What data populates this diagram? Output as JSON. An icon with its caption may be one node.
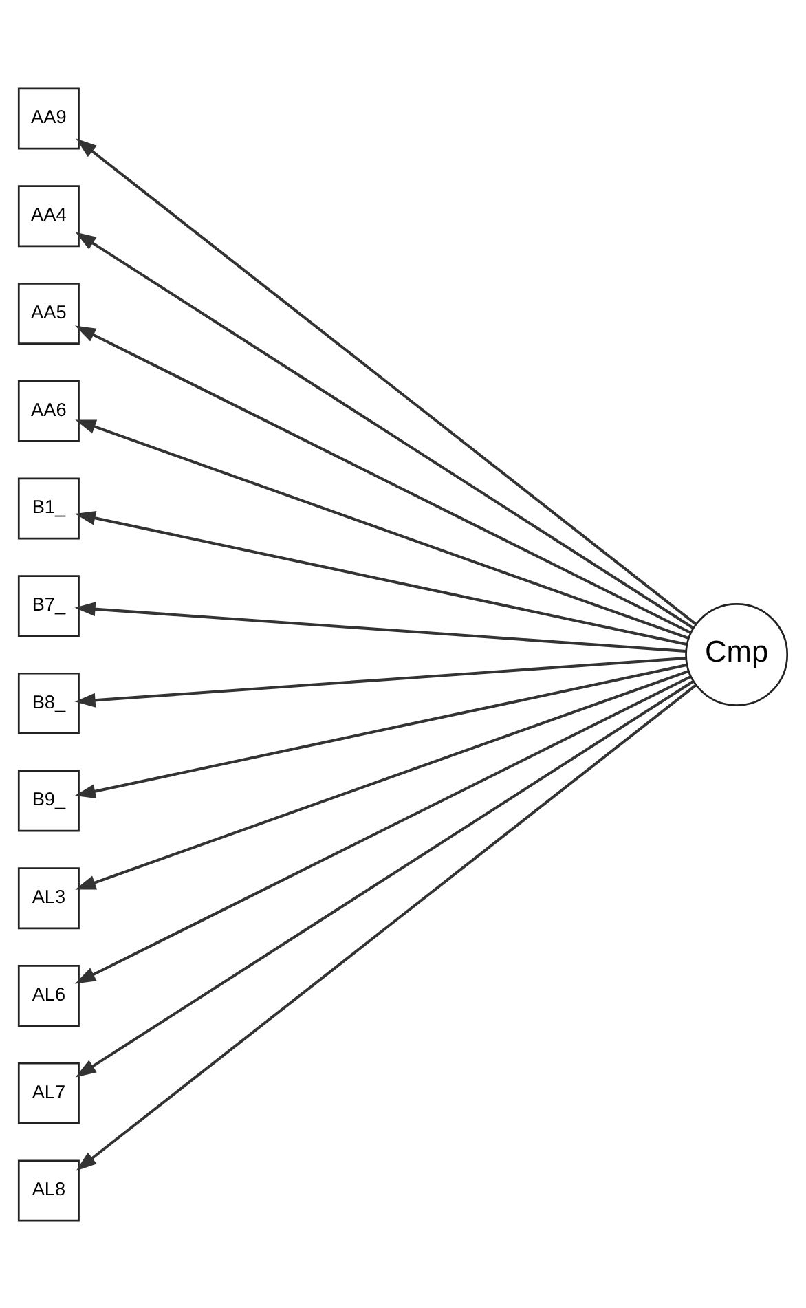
{
  "diagram": {
    "nodes": [
      {
        "text": [
          "AA9"
        ]
      },
      {
        "text": [
          "AA4"
        ]
      },
      {
        "text": [
          "AA5"
        ]
      },
      {
        "text": [
          "AA6"
        ]
      },
      {
        "text": [
          "B1_"
        ]
      },
      {
        "text": [
          "B7_"
        ]
      },
      {
        "text": [
          "B8_"
        ]
      },
      {
        "text": [
          "B9_"
        ]
      },
      {
        "text": [
          "AL3"
        ]
      },
      {
        "text": [
          "AL6"
        ]
      },
      {
        "text": [
          "AL7"
        ]
      },
      {
        "text": [
          "AL8"
        ]
      },
      {
        "text": [
          "Cmp"
        ]
      }
    ],
    "edges": [
      {
        "from": 12,
        "to": 0,
        "arrow": "to"
      },
      {
        "from": 12,
        "to": 1,
        "arrow": "to"
      },
      {
        "from": 12,
        "to": 2,
        "arrow": "to"
      },
      {
        "from": 12,
        "to": 3,
        "arrow": "to"
      },
      {
        "from": 12,
        "to": 4,
        "arrow": "to"
      },
      {
        "from": 12,
        "to": 5,
        "arrow": "to"
      },
      {
        "from": 12,
        "to": 6,
        "arrow": "to"
      },
      {
        "from": 12,
        "to": 7,
        "arrow": "to"
      },
      {
        "from": 12,
        "to": 8,
        "arrow": "to"
      },
      {
        "from": 12,
        "to": 9,
        "arrow": "to"
      },
      {
        "from": 12,
        "to": 10,
        "arrow": "to"
      },
      {
        "from": 12,
        "to": 11,
        "arrow": "to"
      }
    ]
  }
}
